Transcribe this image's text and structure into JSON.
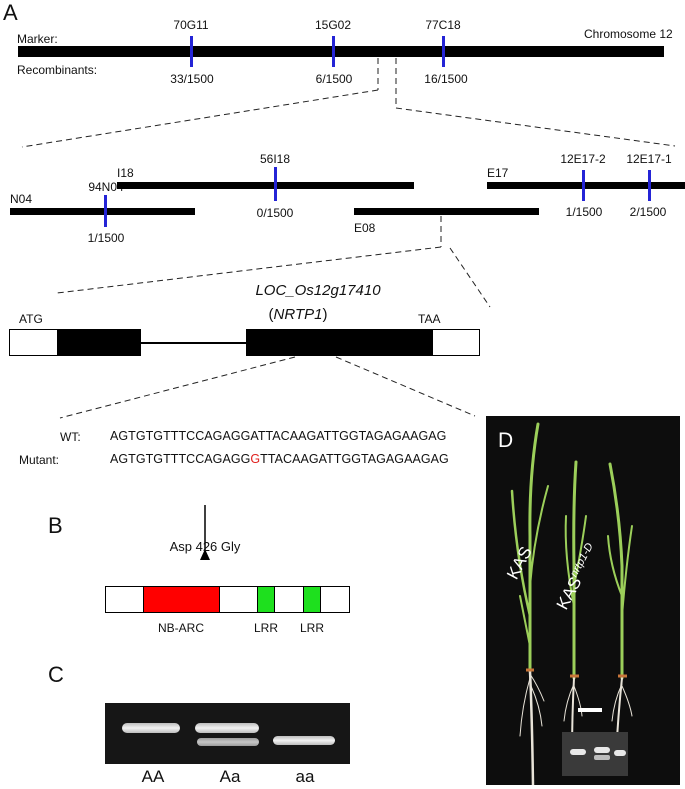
{
  "panels": {
    "a": "A",
    "b": "B",
    "c": "C",
    "d": "D"
  },
  "chromosome": {
    "marker_label": "Marker:",
    "recombinants_label": "Recombinants:",
    "name": "Chromosome 12",
    "markers": [
      {
        "name": "70G11",
        "count": "33/1500"
      },
      {
        "name": "15G02",
        "count": "6/1500"
      },
      {
        "name": "77C18",
        "count": "16/1500"
      }
    ]
  },
  "bacs": {
    "n04": {
      "name": "N04",
      "marker": "94N04",
      "count": "1/1500"
    },
    "i18": {
      "name": "I18",
      "marker": "56I18",
      "count": "0/1500"
    },
    "e08": {
      "name": "E08"
    },
    "e17": {
      "name": "E17",
      "marker1": "12E17-2",
      "count1": "1/1500",
      "marker2": "12E17-1",
      "count2": "2/1500"
    }
  },
  "gene": {
    "locus": "LOC_Os12g17410",
    "open_paren": "(",
    "name": "NRTP1",
    "close_paren": ")",
    "start": "ATG",
    "stop": "TAA"
  },
  "sequence": {
    "wt_label": "WT:",
    "wt_seq": "AGTGTGTTTCCAGAGGATTACAAGATTGGTAGAGAAGAG",
    "mut_label": "Mutant:",
    "mut_before": "AGTGTGTTTCCAGAGG",
    "mut_base": "G",
    "mut_after": "TTACAAGATTGGTAGAGAAGAG",
    "mut_color": "#e0201e"
  },
  "protein": {
    "mutation": "Asp 426 Gly",
    "domains": [
      "NB-ARC",
      "LRR",
      "LRR"
    ],
    "nbarc_color": "#ff0000",
    "lrr_color": "#1ee01e"
  },
  "genotypes": [
    "AA",
    "Aa",
    "aa"
  ],
  "plants": {
    "kas": "KAS",
    "mutant_base": "KAS",
    "mutant_sup": "nrtp1-D"
  },
  "colors": {
    "marker_tick": "#2424d6"
  }
}
